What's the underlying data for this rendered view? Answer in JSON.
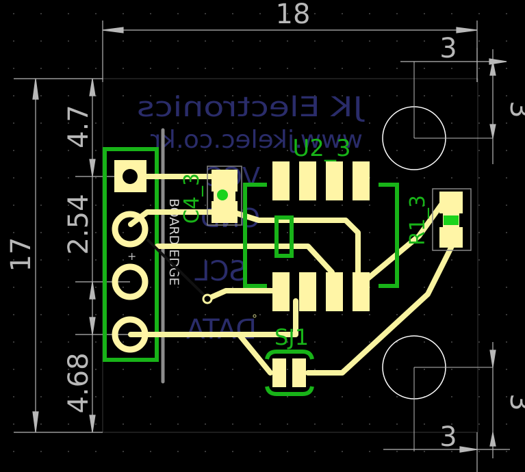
{
  "colors": {
    "background": "#000000",
    "grid_dot": "#3a3a3a",
    "dimension": "#b8b8b8",
    "copper_top": "#f8f3a0",
    "pad": "#fff5a6",
    "silkscreen": "#18b318",
    "via_fill": "#1bd31b",
    "board_edge": "#8c8c8c",
    "bottom_silk": "#2a2c6a",
    "hole_outline": "#ffffff"
  },
  "dimensions": {
    "width": "18",
    "height": "17",
    "top_right_x": "3",
    "top_right_y": "3",
    "bottom_right_x": "3",
    "bottom_right_y": "3",
    "offset_top": "4.7",
    "pitch": "2.54",
    "offset_bottom": "4.68"
  },
  "components": {
    "u2": "U2_3",
    "c4": "C4_3",
    "r1": "R1_3",
    "sj1": "SJ1"
  },
  "board_edge_label": "BOARD EDGE",
  "bottom_silk": {
    "line1": "JK Electronics",
    "line2": "www.jkelec.co.kr",
    "line3": "VCC",
    "line4": "GND",
    "line5": "SCL",
    "line6": "DATA"
  },
  "plus_mark": "+"
}
